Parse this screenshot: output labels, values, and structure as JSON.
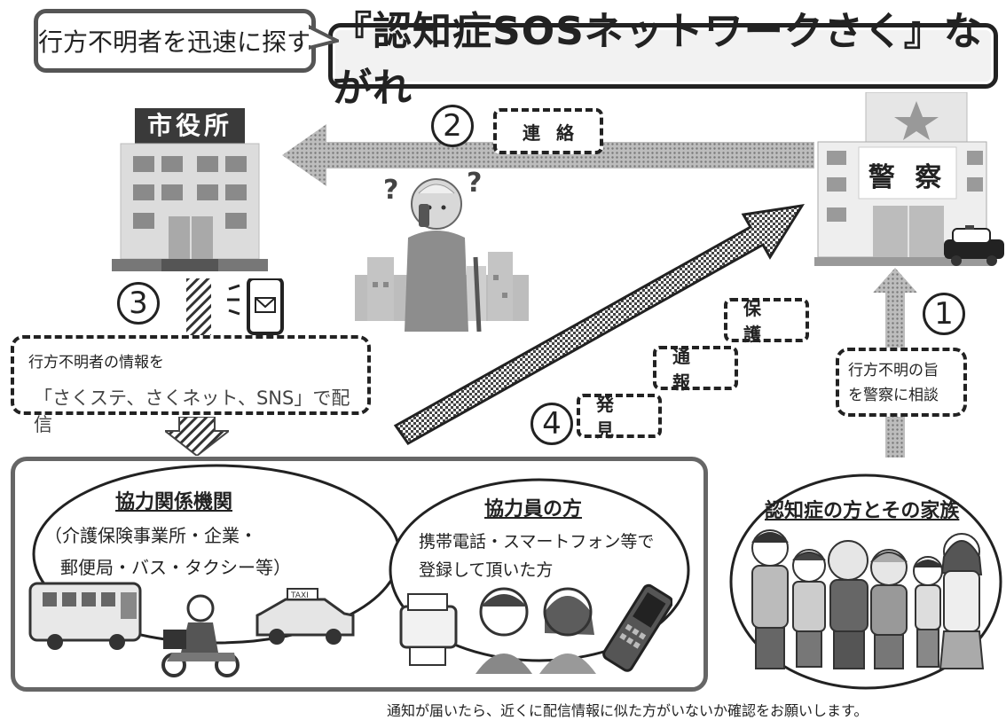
{
  "callout": "行方不明者を迅速に探す",
  "title": "『認知症SOSネットワークさく』ながれ",
  "city_hall": {
    "sign": "市役所"
  },
  "police": {
    "sign": "警 察"
  },
  "steps": {
    "s1": {
      "num": "1",
      "text_line1": "行方不明の旨",
      "text_line2": "を警察に相談"
    },
    "s2": {
      "num": "2",
      "label": "連絡"
    },
    "s3": {
      "num": "3",
      "text_line1": "行方不明者の情報を",
      "text_line2": "「さくステ、さくネット、SNS」で配信"
    },
    "s4": {
      "num": "4",
      "tag1": "発見",
      "tag2": "通報",
      "tag3": "保護"
    }
  },
  "groups": {
    "orgs": {
      "heading": "協力関係機関",
      "line1": "（介護保険事業所・企業・",
      "line2": "郵便局・バス・タクシー等）"
    },
    "members": {
      "heading": "協力員の方",
      "line1": "携帯電話・スマートフォン等で",
      "line2": "登録して頂いた方"
    },
    "family": {
      "heading": "認知症の方とその家族"
    }
  },
  "taxi_sign": "TAXI",
  "footer": "通知が届いたら、近くに配信情報に似た方がいないか確認をお願いします。"
}
